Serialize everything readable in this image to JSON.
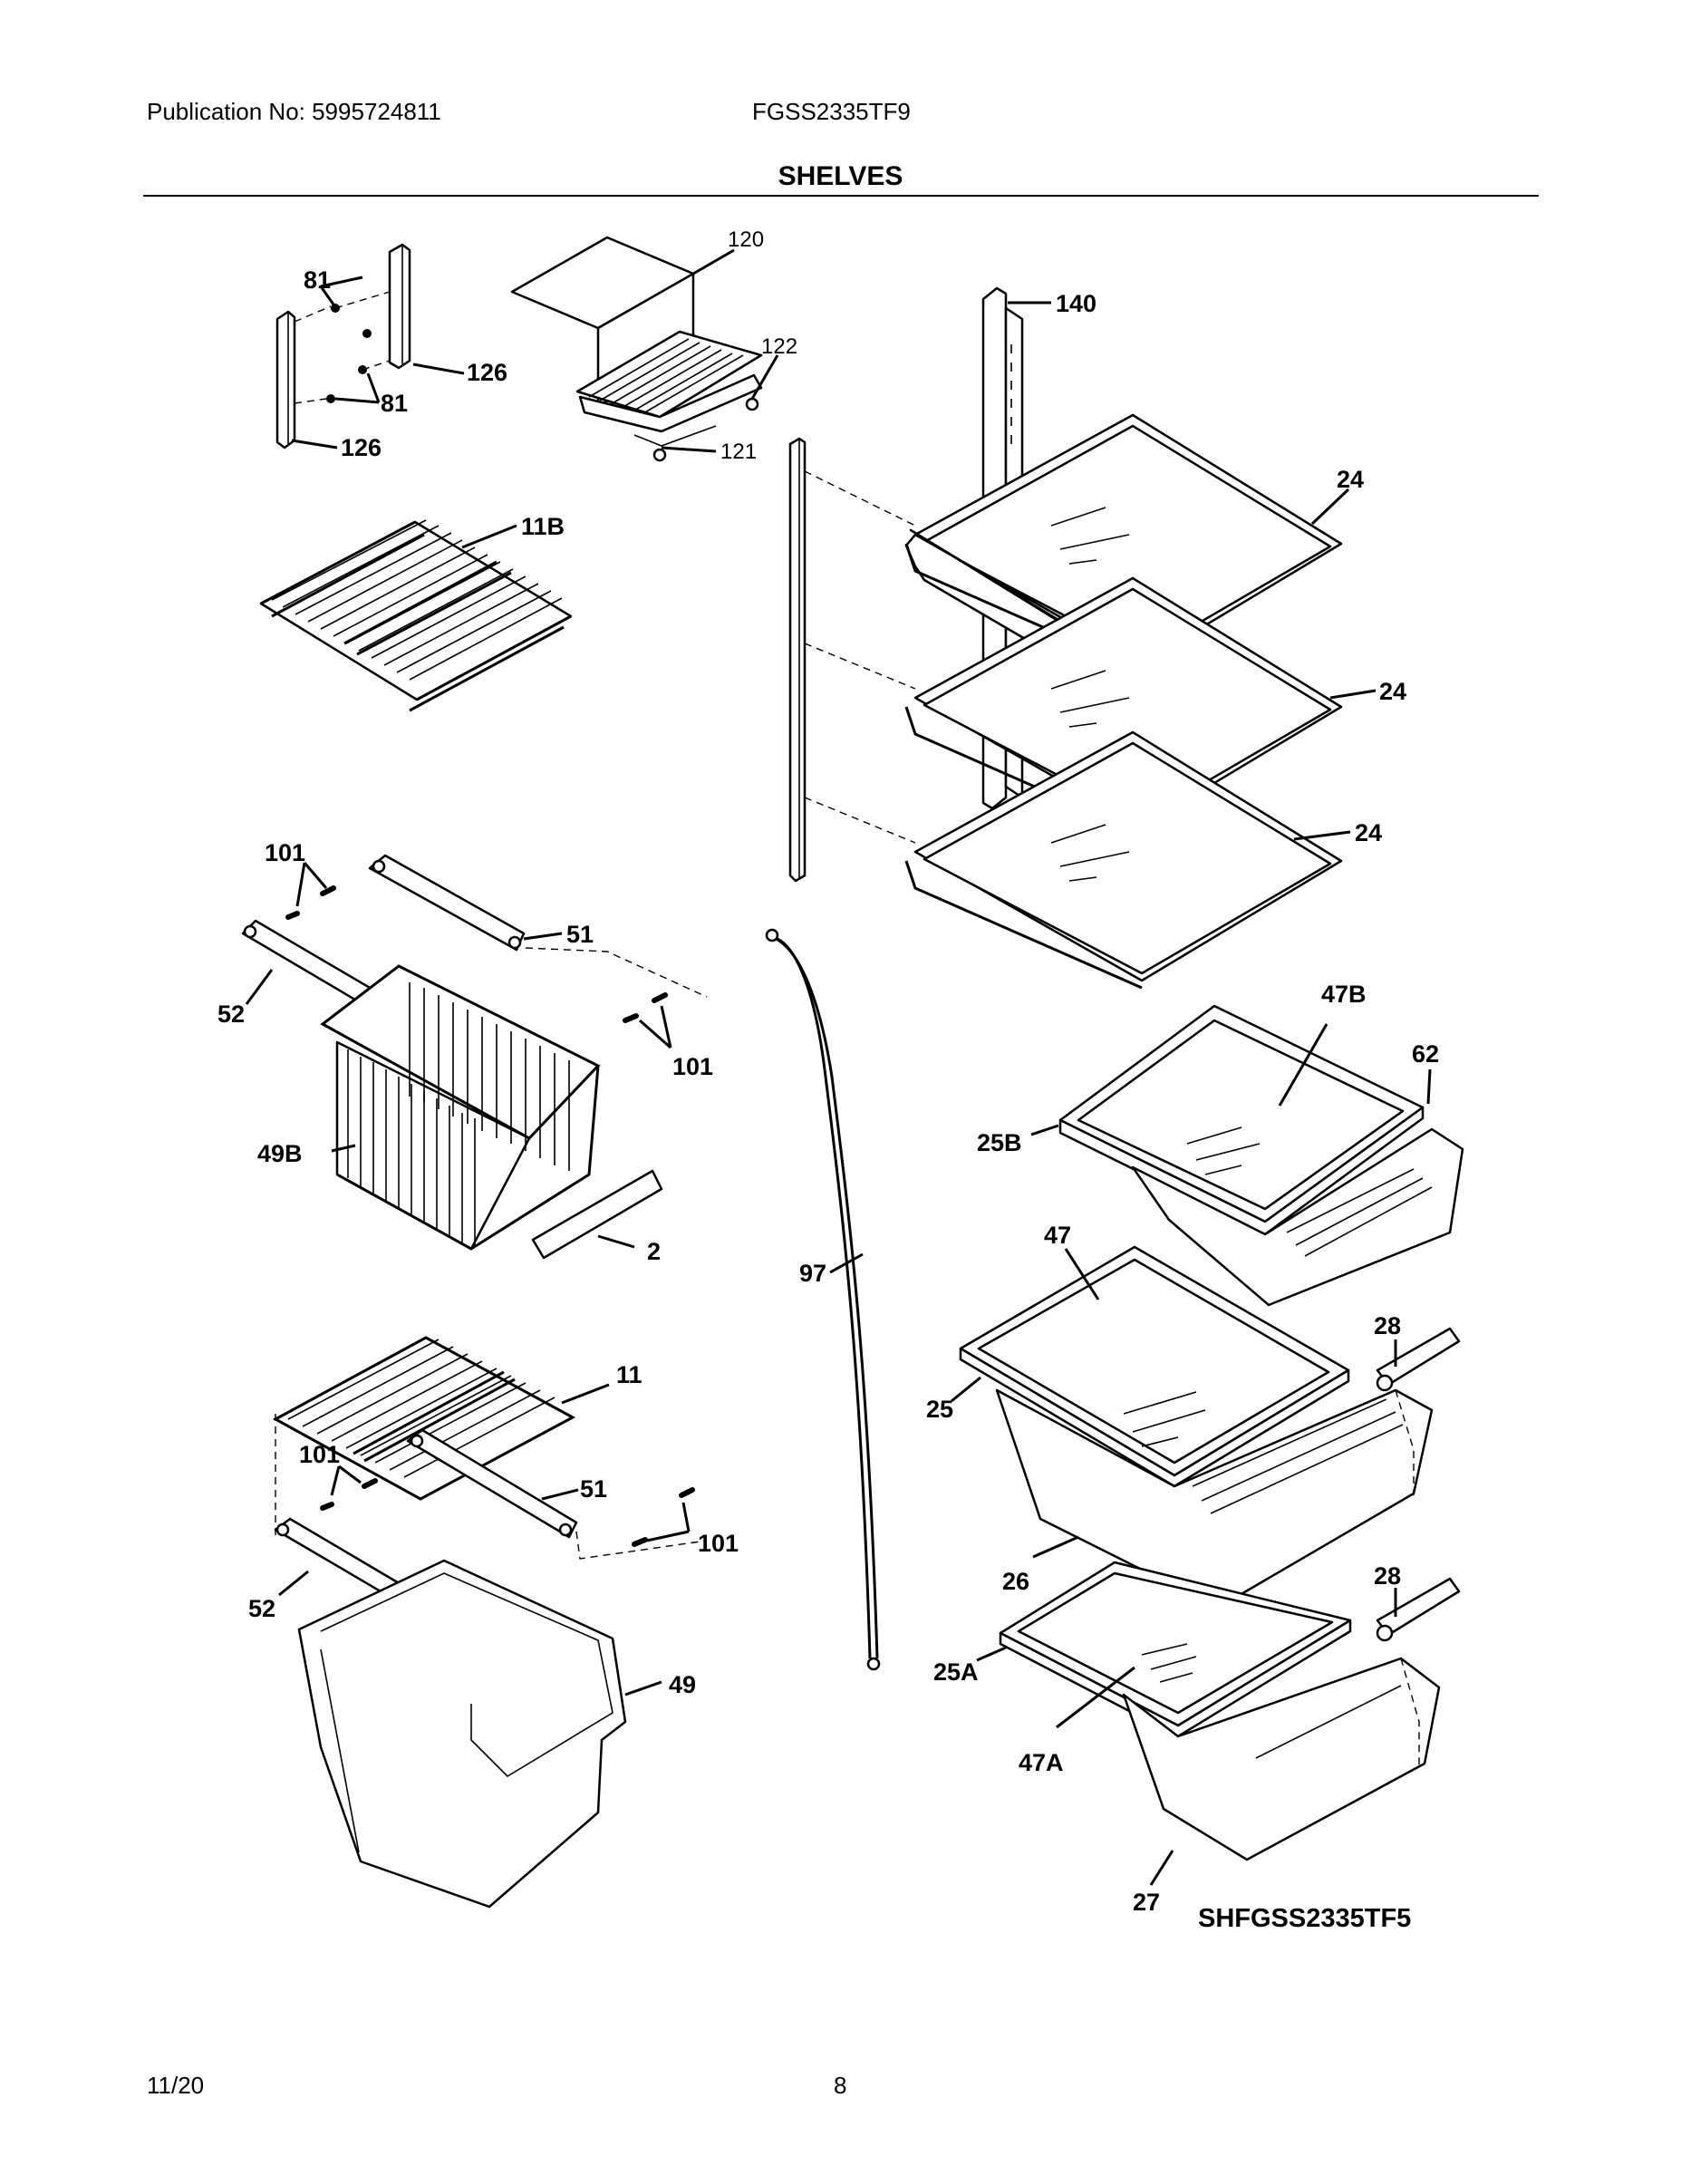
{
  "header": {
    "publication": "Publication No: 5995724811",
    "model": "FGSS2335TF9",
    "title": "SHELVES"
  },
  "diagram": {
    "callouts": [
      {
        "id": "c120",
        "text": "120"
      },
      {
        "id": "c140",
        "text": "140"
      },
      {
        "id": "c81a",
        "text": "81"
      },
      {
        "id": "c126a",
        "text": "126"
      },
      {
        "id": "c81b",
        "text": "81"
      },
      {
        "id": "c126b",
        "text": "126"
      },
      {
        "id": "c122",
        "text": "122"
      },
      {
        "id": "c121",
        "text": "121"
      },
      {
        "id": "c11B",
        "text": "11B"
      },
      {
        "id": "c24a",
        "text": "24"
      },
      {
        "id": "c24b",
        "text": "24"
      },
      {
        "id": "c24c",
        "text": "24"
      },
      {
        "id": "c101a",
        "text": "101"
      },
      {
        "id": "c51a",
        "text": "51"
      },
      {
        "id": "c52a",
        "text": "52"
      },
      {
        "id": "c101b",
        "text": "101"
      },
      {
        "id": "c47B",
        "text": "47B"
      },
      {
        "id": "c62",
        "text": "62"
      },
      {
        "id": "c25B",
        "text": "25B"
      },
      {
        "id": "c49B",
        "text": "49B"
      },
      {
        "id": "c2",
        "text": "2"
      },
      {
        "id": "c97",
        "text": "97"
      },
      {
        "id": "c47",
        "text": "47"
      },
      {
        "id": "c28a",
        "text": "28"
      },
      {
        "id": "c11",
        "text": "11"
      },
      {
        "id": "c25",
        "text": "25"
      },
      {
        "id": "c101c",
        "text": "101"
      },
      {
        "id": "c51b",
        "text": "51"
      },
      {
        "id": "c101d",
        "text": "101"
      },
      {
        "id": "c26",
        "text": "26"
      },
      {
        "id": "c28b",
        "text": "28"
      },
      {
        "id": "c52b",
        "text": "52"
      },
      {
        "id": "c49",
        "text": "49"
      },
      {
        "id": "c25A",
        "text": "25A"
      },
      {
        "id": "c47A",
        "text": "47A"
      },
      {
        "id": "c27",
        "text": "27"
      }
    ],
    "drawing_code": "SHFGSS2335TF5"
  },
  "footer": {
    "date": "11/20",
    "page": "8"
  }
}
